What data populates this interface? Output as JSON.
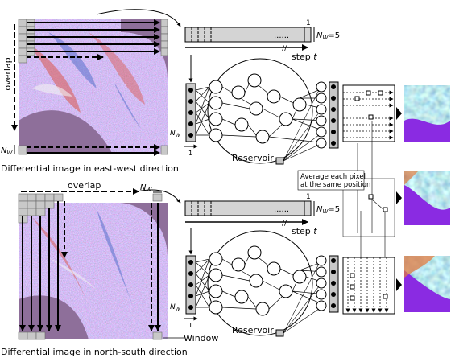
{
  "top": {
    "caption": "Differential image in east-west direction",
    "overlap": "overlap",
    "nw_side": "N",
    "nw_sub": "W",
    "buffer_index": "1",
    "buffer_dots": "......",
    "nw_eq": "=5",
    "step_label": "step ",
    "step_var": "t",
    "reservoir_label": "Reservoir",
    "one_label": "1"
  },
  "bottom": {
    "caption": "Differential image in north-south direction",
    "overlap": "overlap",
    "nw_top": "N",
    "nw_top_sub": "W",
    "window_label": "Window",
    "buffer_index": "1",
    "buffer_dots": "......",
    "nw_eq": "=5",
    "step_label": "step ",
    "step_var": "t",
    "reservoir_label": "Reservoir",
    "one_label": "1"
  },
  "average_note": {
    "line1": "Average each pixel",
    "line2": "at the same position"
  },
  "colors": {
    "sar_base": "#b08aa8",
    "sea": "#8e6f9a",
    "red": "#d9554a",
    "blue": "#4a67c8",
    "cell_gray": "#c8c8c8",
    "buffer_gray": "#d4d4d4",
    "result_purple": "#8a2be2",
    "result_teal": "#3fb6a8",
    "result_green": "#7ec850",
    "result_orange": "#e07a40"
  }
}
